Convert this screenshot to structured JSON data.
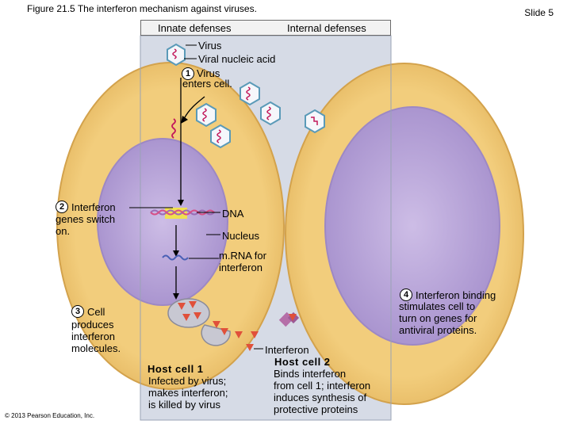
{
  "header": {
    "figure_title": "Figure 21.5 The interferon mechanism against viruses.",
    "slide": "Slide 5",
    "innate": "Innate defenses",
    "internal": "Internal defenses"
  },
  "labels": {
    "virus": "Virus",
    "viral_nucleic_acid": "Viral nucleic acid",
    "step1_num": "1",
    "step1_text": "Virus\nenters cell.",
    "step2_num": "2",
    "step2_line1": "Interferon",
    "step2_rest": "genes switch\non.",
    "dna": "DNA",
    "nucleus": "Nucleus",
    "mrna": "m.RNA for\ninterferon",
    "step3_num": "3",
    "step3_line1": "Cell",
    "step3_rest": "produces\ninterferon\nmolecules.",
    "step4_num": "4",
    "step4_line1": "Interferon binding",
    "step4_rest": "stimulates cell to\nturn on genes for\nantiviral proteins.",
    "interferon": "Interferon",
    "host1_title": "Host cell 1",
    "host1_desc": "Infected by virus;\nmakes interferon;\nis killed by virus",
    "host2_title": "Host cell 2",
    "host2_desc": "Binds interferon\nfrom cell 1; interferon\ninduces synthesis of\nprotective proteins",
    "copyright": "© 2013 Pearson Education, Inc."
  },
  "colors": {
    "panel": "#d6dbe6",
    "cytoplasm": "#f0c873",
    "membrane": "#e3b458",
    "nucleus": "#b9a6d6",
    "nucleus_edge": "#9d88c4",
    "interferon": "#e0503a",
    "dna": "#9b6bb5",
    "mrna": "#4a60b5",
    "receptor": "#b56fa8"
  },
  "icons": [
    "virus-hexagon-icon",
    "interferon-triangle-icon",
    "arrow-icon",
    "dna-helix-icon",
    "receptor-icon"
  ]
}
